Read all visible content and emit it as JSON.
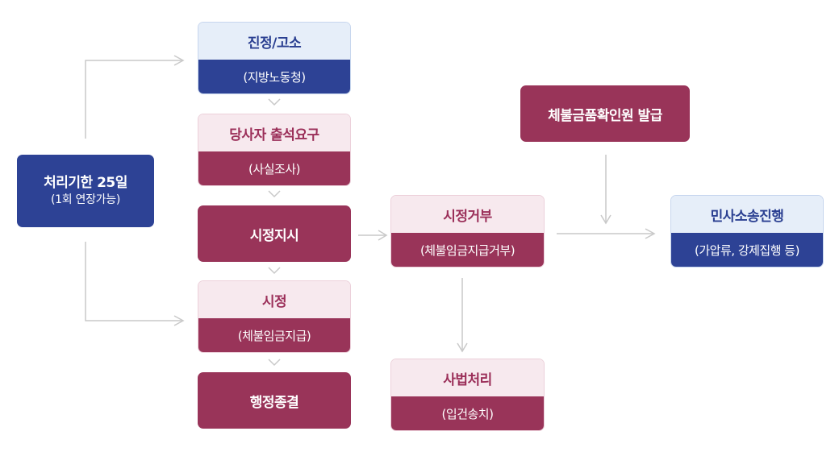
{
  "nodes": {
    "deadline": {
      "title": "처리기한 25일",
      "sub": "(1회 연장가능)"
    },
    "complaint": {
      "title": "진정/고소",
      "sub": "(지방노동청)"
    },
    "summon": {
      "title": "당사자 출석요구",
      "sub": "(사실조사)"
    },
    "order": {
      "title": "시정지시"
    },
    "correction": {
      "title": "시정",
      "sub": "(체불임금지급)"
    },
    "closure": {
      "title": "행정종결"
    },
    "refusal": {
      "title": "시정거부",
      "sub": "(체불임금지급거부)"
    },
    "judicial": {
      "title": "사법처리",
      "sub": "(입건송치)"
    },
    "certificate": {
      "title": "체불금품확인원 발급"
    },
    "civil": {
      "title": "민사소송진행",
      "sub": "(가압류, 강제집행 등)"
    }
  },
  "colors": {
    "connector": "#c9c9c9",
    "blue_dark": "#2d4295",
    "blue_light": "#e6eef9",
    "maroon_dark": "#993459",
    "maroon_light": "#f7e9ee"
  }
}
